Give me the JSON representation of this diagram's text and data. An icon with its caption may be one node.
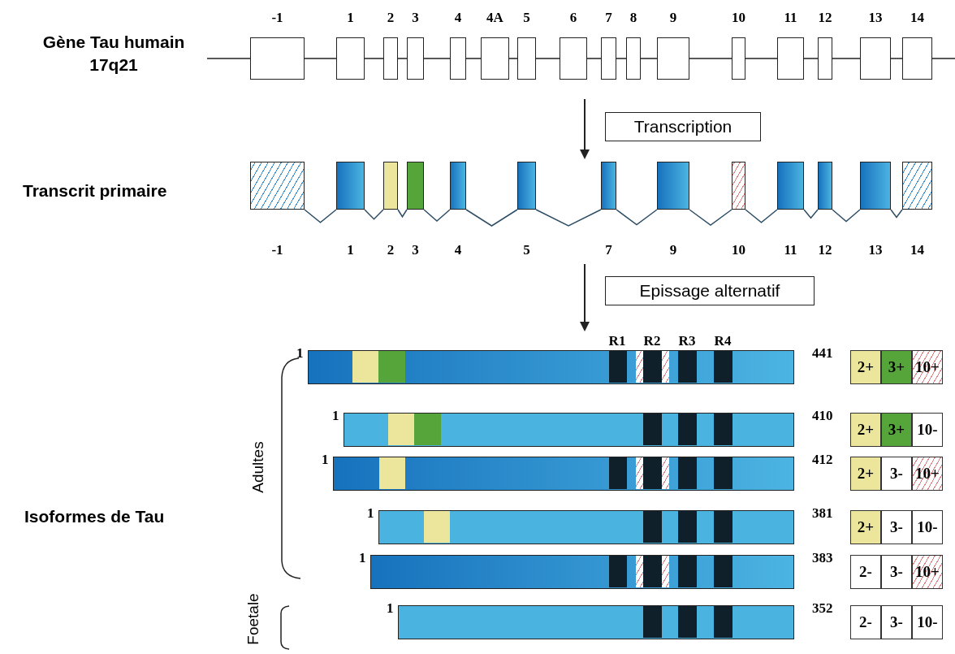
{
  "diagram": {
    "nodes": [
      {
        "text": [
          "-1"
        ]
      },
      {
        "text": [
          "1"
        ]
      },
      {
        "text": [
          "2"
        ]
      },
      {
        "text": [
          "3"
        ]
      },
      {
        "text": [
          "4"
        ]
      },
      {
        "text": [
          "4A"
        ]
      },
      {
        "text": [
          "5"
        ]
      },
      {
        "text": [
          "6"
        ]
      },
      {
        "text": [
          "7"
        ]
      },
      {
        "text": [
          "8"
        ]
      },
      {
        "text": [
          "9"
        ]
      },
      {
        "text": [
          "10"
        ]
      },
      {
        "text": [
          "11"
        ]
      },
      {
        "text": [
          "12"
        ]
      },
      {
        "text": [
          "13"
        ]
      },
      {
        "text": [
          "14"
        ]
      },
      {
        "text": [
          "Transcription"
        ]
      },
      {
        "text": [
          "-1"
        ]
      },
      {
        "text": [
          "1"
        ]
      },
      {
        "text": [
          "2"
        ]
      },
      {
        "text": [
          "3"
        ]
      },
      {
        "text": [
          "4"
        ]
      },
      {
        "text": [
          "5"
        ]
      },
      {
        "text": [
          "7"
        ]
      },
      {
        "text": [
          "9"
        ]
      },
      {
        "text": [
          "10"
        ]
      },
      {
        "text": [
          "11"
        ]
      },
      {
        "text": [
          "12"
        ]
      },
      {
        "text": [
          "13"
        ]
      },
      {
        "text": [
          "14"
        ]
      },
      {
        "text": [
          "Epissage alternatif"
        ]
      },
      {
        "text": [],
        "shape": "bar",
        "beside": [
          "1",
          "441"
        ]
      },
      {
        "text": [
          "2+"
        ]
      },
      {
        "text": [
          "3+"
        ]
      },
      {
        "text": [
          "10+"
        ]
      },
      {
        "text": [],
        "shape": "bar",
        "beside": [
          "1",
          "410"
        ]
      },
      {
        "text": [
          "2+"
        ]
      },
      {
        "text": [
          "3+"
        ]
      },
      {
        "text": [
          "10-"
        ]
      },
      {
        "text": [],
        "shape": "bar",
        "beside": [
          "1",
          "412"
        ]
      },
      {
        "text": [
          "2+"
        ]
      },
      {
        "text": [
          "3-"
        ]
      },
      {
        "text": [
          "10+"
        ]
      },
      {
        "text": [],
        "shape": "bar",
        "beside": [
          "1",
          "381"
        ]
      },
      {
        "text": [
          "2+"
        ]
      },
      {
        "text": [
          "3-"
        ]
      },
      {
        "text": [
          "10-"
        ]
      },
      {
        "text": [],
        "shape": "bar",
        "beside": [
          "1",
          "383"
        ]
      },
      {
        "text": [
          "2-"
        ]
      },
      {
        "text": [
          "3-"
        ]
      },
      {
        "text": [
          "10+"
        ]
      },
      {
        "text": [],
        "shape": "bar",
        "beside": [
          "1",
          "352"
        ]
      },
      {
        "text": [
          "2-"
        ]
      },
      {
        "text": [
          "3-"
        ]
      },
      {
        "text": [
          "10-"
        ]
      }
    ],
    "edges": [
      {
        "from": 0,
        "to": 1,
        "arrow": "none"
      },
      {
        "from": 1,
        "to": 2,
        "arrow": "none"
      },
      {
        "from": 2,
        "to": 3,
        "arrow": "none"
      },
      {
        "from": 3,
        "to": 4,
        "arrow": "none"
      },
      {
        "from": 4,
        "to": 5,
        "arrow": "none"
      },
      {
        "from": 5,
        "to": 6,
        "arrow": "none"
      },
      {
        "from": 6,
        "to": 7,
        "arrow": "none"
      },
      {
        "from": 7,
        "to": 8,
        "arrow": "none"
      },
      {
        "from": 8,
        "to": 9,
        "arrow": "none"
      },
      {
        "from": 9,
        "to": 10,
        "arrow": "none"
      },
      {
        "from": 10,
        "to": 11,
        "arrow": "none"
      },
      {
        "from": 11,
        "to": 12,
        "arrow": "none"
      },
      {
        "from": 12,
        "to": 13,
        "arrow": "none"
      },
      {
        "from": 13,
        "to": 14,
        "arrow": "none"
      },
      {
        "from": 14,
        "to": 15,
        "arrow": "none"
      },
      {
        "from": 17,
        "to": 18,
        "arrow": "none"
      },
      {
        "from": 18,
        "to": 19,
        "arrow": "none"
      },
      {
        "from": 19,
        "to": 20,
        "arrow": "none"
      },
      {
        "from": 20,
        "to": 21,
        "arrow": "none"
      },
      {
        "from": 21,
        "to": 22,
        "arrow": "none"
      },
      {
        "from": 22,
        "to": 23,
        "arrow": "none"
      },
      {
        "from": 23,
        "to": 24,
        "arrow": "none"
      },
      {
        "from": 24,
        "to": 25,
        "arrow": "none"
      },
      {
        "from": 25,
        "to": 26,
        "arrow": "none"
      },
      {
        "from": 26,
        "to": 27,
        "arrow": "none"
      },
      {
        "from": 27,
        "to": 28,
        "arrow": "none"
      },
      {
        "from": 28,
        "to": 29,
        "arrow": "none"
      }
    ],
    "labels": [
      "Gène Tau humain 17q21",
      "Transcrit primaire",
      "R1",
      "R2",
      "R3",
      "R4",
      "Adultes",
      "Isoformes de Tau",
      "Foetale"
    ]
  }
}
